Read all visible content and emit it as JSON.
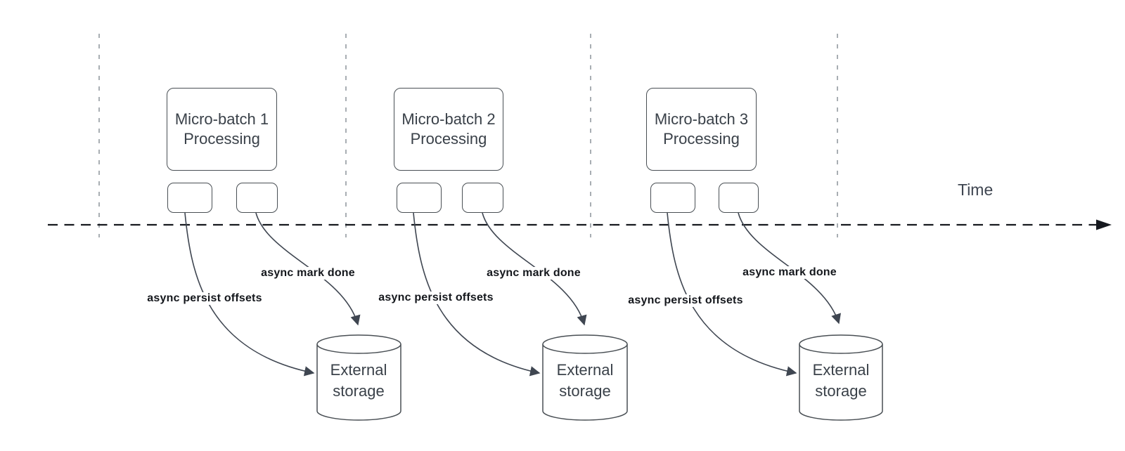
{
  "diagram": {
    "time_axis": {
      "label": "Time"
    },
    "batches": [
      {
        "title": "Micro-batch 1",
        "subtitle": "Processing",
        "persist_label": "async persist offsets",
        "mark_done_label": "async mark done",
        "storage_title": "External",
        "storage_subtitle": "storage"
      },
      {
        "title": "Micro-batch 2",
        "subtitle": "Processing",
        "persist_label": "async persist offsets",
        "mark_done_label": "async mark done",
        "storage_title": "External",
        "storage_subtitle": "storage"
      },
      {
        "title": "Micro-batch 3",
        "subtitle": "Processing",
        "persist_label": "async persist offsets",
        "mark_done_label": "async mark done",
        "storage_title": "External",
        "storage_subtitle": "storage"
      }
    ],
    "colors": {
      "background": "#ffffff",
      "shape_border": "#494f54",
      "shape_text": "#3a4149",
      "bold_label_text": "#14171c",
      "timeline_ink": "#16191f",
      "divider_gray": "#9aa0a6",
      "connector": "#3f4651"
    }
  }
}
